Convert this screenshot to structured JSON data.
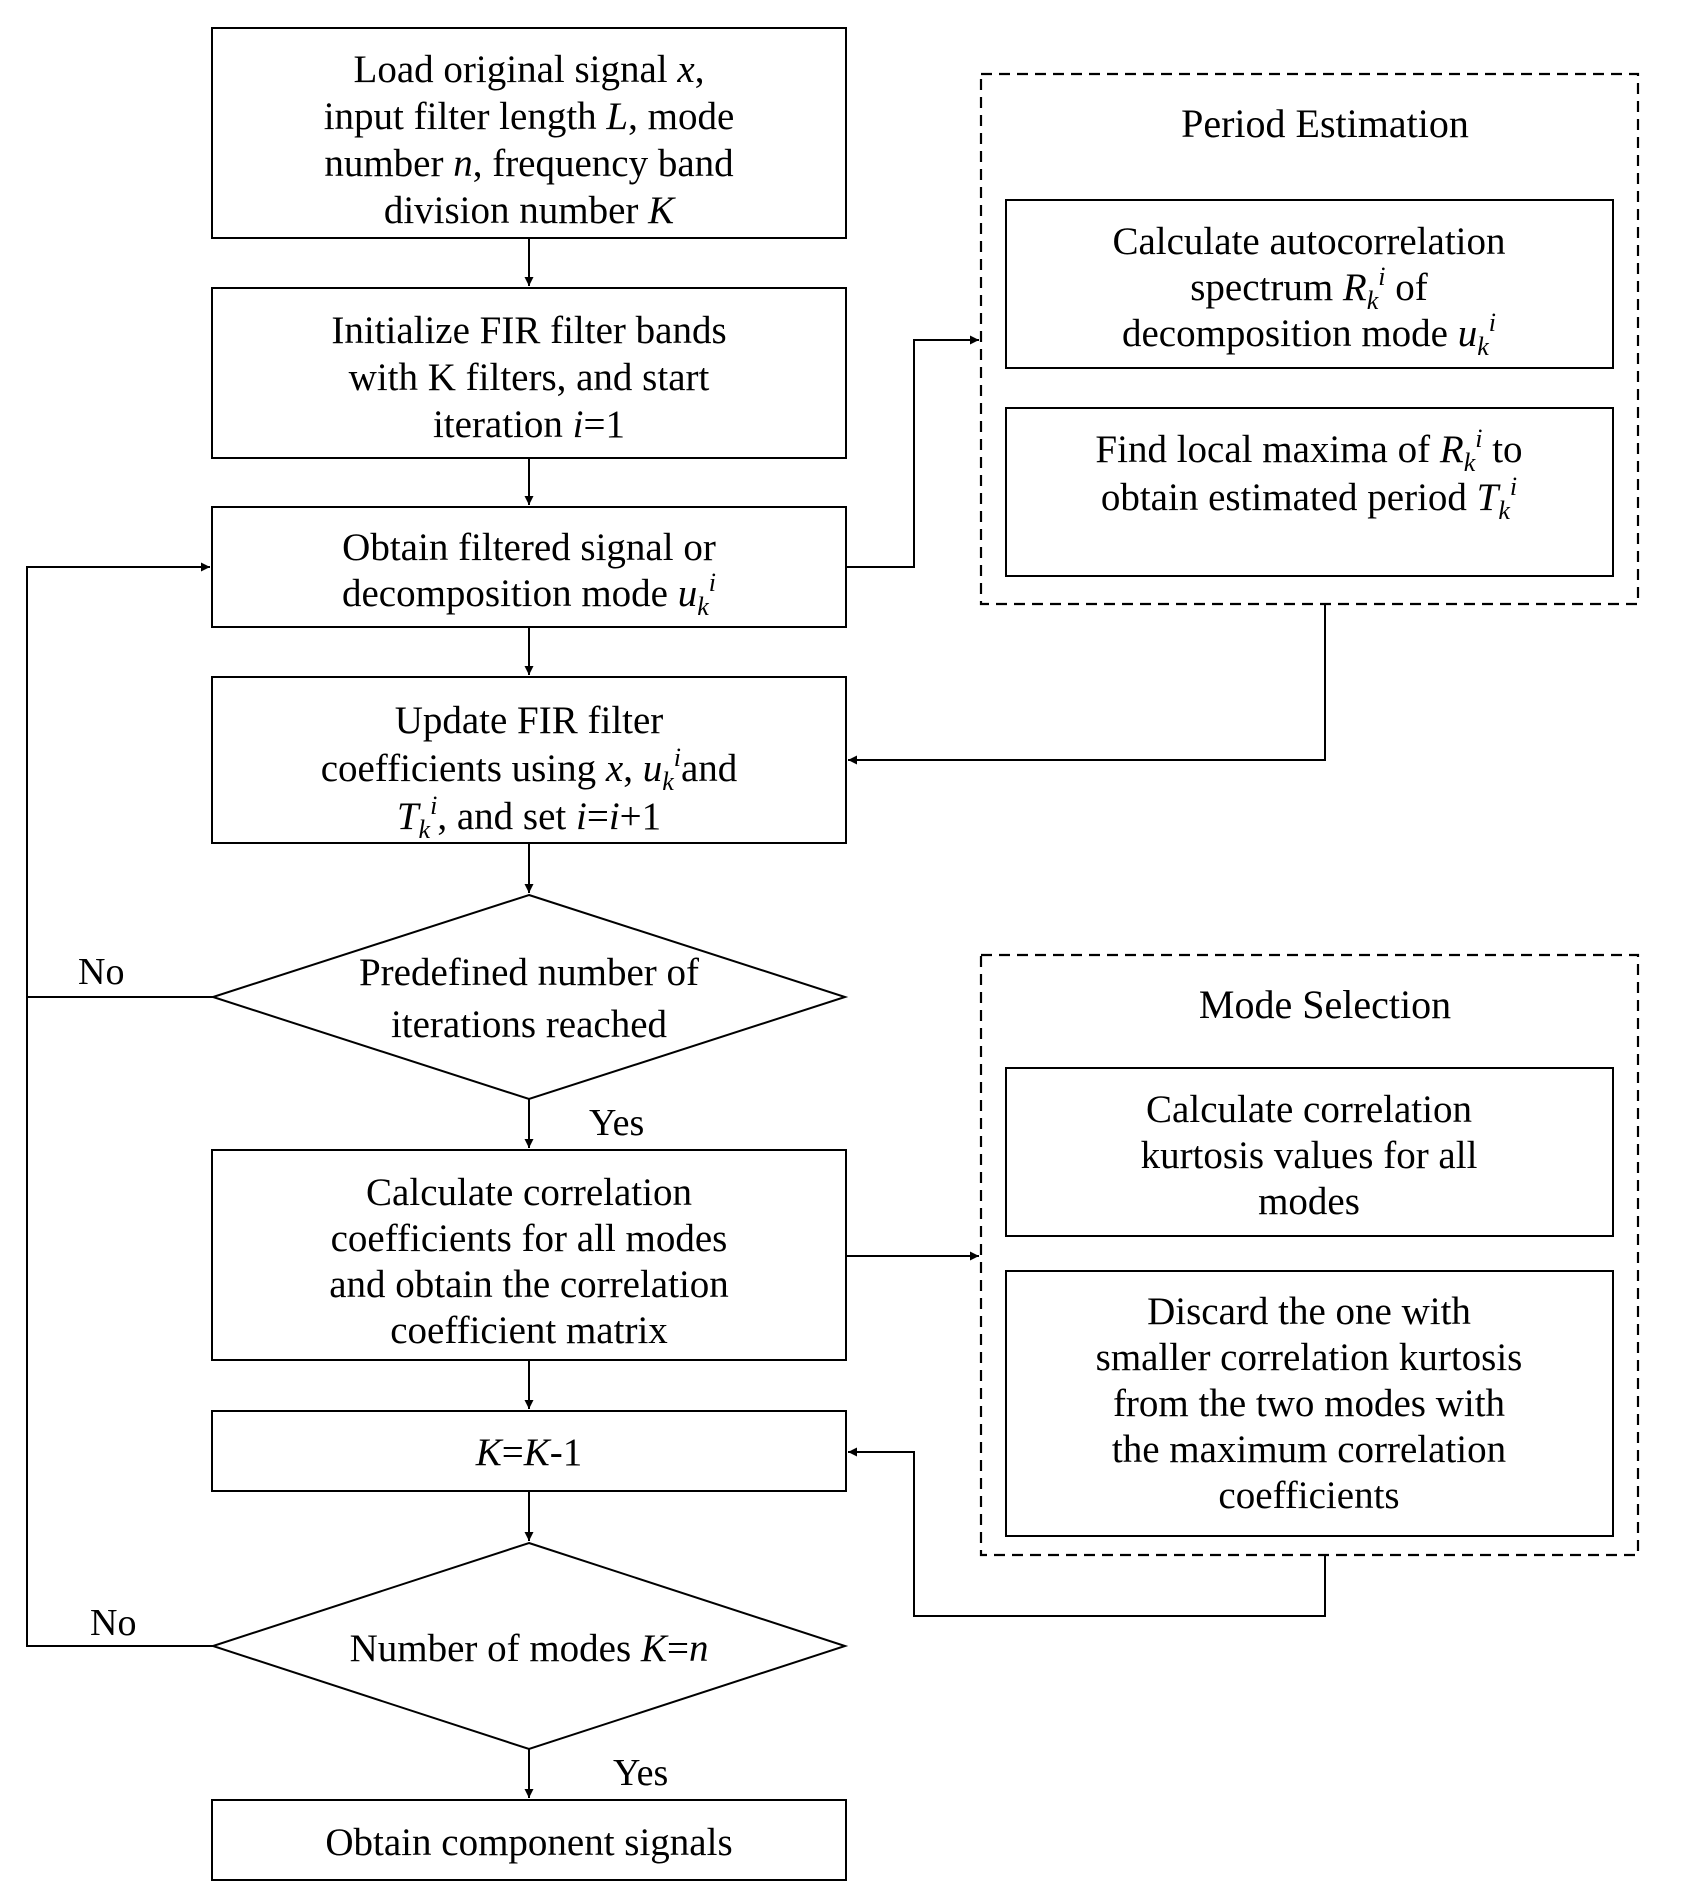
{
  "main_flow": {
    "load": {
      "lines": [
        [
          {
            "t": "Load original signal "
          },
          {
            "t": "x",
            "i": true
          },
          {
            "t": ","
          }
        ],
        [
          {
            "t": "input filter length "
          },
          {
            "t": "L",
            "i": true
          },
          {
            "t": ", mode"
          }
        ],
        [
          {
            "t": "number "
          },
          {
            "t": "n",
            "i": true
          },
          {
            "t": ", frequency band"
          }
        ],
        [
          {
            "t": "division number "
          },
          {
            "t": "K",
            "i": true
          }
        ]
      ]
    },
    "initialize": {
      "lines": [
        [
          {
            "t": "Initialize FIR filter bands"
          }
        ],
        [
          {
            "t": "with K filters, and start"
          }
        ],
        [
          {
            "t": "iteration "
          },
          {
            "t": "i",
            "i": true
          },
          {
            "t": "=1"
          }
        ]
      ]
    },
    "obtain_mode": {
      "lines": [
        [
          {
            "t": "Obtain filtered signal or"
          }
        ],
        [
          {
            "t": "decomposition mode "
          },
          {
            "t": "u",
            "i": true
          },
          {
            "t": "k",
            "i": true,
            "sub": true
          },
          {
            "t": "i",
            "i": true,
            "sup": true
          }
        ]
      ]
    },
    "update": {
      "lines": [
        [
          {
            "t": "Update FIR filter"
          }
        ],
        [
          {
            "t": "coefficients using "
          },
          {
            "t": "x",
            "i": true
          },
          {
            "t": ", "
          },
          {
            "t": "u",
            "i": true
          },
          {
            "t": "k",
            "i": true,
            "sub": true
          },
          {
            "t": "i",
            "i": true,
            "sup": true
          },
          {
            "t": "and"
          }
        ],
        [
          {
            "t": "T",
            "i": true
          },
          {
            "t": "k",
            "i": true,
            "sub": true
          },
          {
            "t": "i",
            "i": true,
            "sup": true
          },
          {
            "t": ", and set "
          },
          {
            "t": "i",
            "i": true
          },
          {
            "t": "="
          },
          {
            "t": "i",
            "i": true
          },
          {
            "t": "+1"
          }
        ]
      ]
    },
    "decision_iterations": {
      "lines": [
        [
          {
            "t": "Predefined number of"
          }
        ],
        [
          {
            "t": "iterations reached"
          }
        ]
      ]
    },
    "correlation": {
      "lines": [
        [
          {
            "t": "Calculate correlation"
          }
        ],
        [
          {
            "t": "coefficients for all modes"
          }
        ],
        [
          {
            "t": "and obtain the correlation"
          }
        ],
        [
          {
            "t": "coefficient matrix"
          }
        ]
      ]
    },
    "decrement": {
      "lines": [
        [
          {
            "t": "K",
            "i": true
          },
          {
            "t": "="
          },
          {
            "t": "K",
            "i": true
          },
          {
            "t": "-1"
          }
        ]
      ]
    },
    "decision_modes": {
      "lines": [
        [
          {
            "t": "Number of modes "
          },
          {
            "t": "K",
            "i": true
          },
          {
            "t": "="
          },
          {
            "t": "n",
            "i": true
          }
        ]
      ]
    },
    "output": {
      "lines": [
        [
          {
            "t": "Obtain component signals"
          }
        ]
      ]
    }
  },
  "period_estimation": {
    "title": "Period Estimation",
    "autocorrelation": {
      "lines": [
        [
          {
            "t": "Calculate autocorrelation"
          }
        ],
        [
          {
            "t": "spectrum "
          },
          {
            "t": "R",
            "i": true
          },
          {
            "t": "k",
            "i": true,
            "sub": true
          },
          {
            "t": "i",
            "i": true,
            "sup": true
          },
          {
            "t": " of"
          }
        ],
        [
          {
            "t": "decomposition mode "
          },
          {
            "t": "u",
            "i": true
          },
          {
            "t": "k",
            "i": true,
            "sub": true
          },
          {
            "t": "i",
            "i": true,
            "sup": true
          }
        ]
      ]
    },
    "local_maxima": {
      "lines": [
        [
          {
            "t": "Find local maxima of "
          },
          {
            "t": "R",
            "i": true
          },
          {
            "t": "k",
            "i": true,
            "sub": true
          },
          {
            "t": "i",
            "i": true,
            "sup": true
          },
          {
            "t": " to"
          }
        ],
        [
          {
            "t": "obtain estimated period "
          },
          {
            "t": "T",
            "i": true
          },
          {
            "t": "k",
            "i": true,
            "sub": true
          },
          {
            "t": "i",
            "i": true,
            "sup": true
          }
        ]
      ]
    }
  },
  "mode_selection": {
    "title": "Mode Selection",
    "kurtosis": {
      "lines": [
        [
          {
            "t": "Calculate correlation"
          }
        ],
        [
          {
            "t": "kurtosis values for all"
          }
        ],
        [
          {
            "t": "modes"
          }
        ]
      ]
    },
    "discard": {
      "lines": [
        [
          {
            "t": "Discard the one with"
          }
        ],
        [
          {
            "t": "smaller correlation kurtosis"
          }
        ],
        [
          {
            "t": "from the two modes with"
          }
        ],
        [
          {
            "t": "the maximum correlation"
          }
        ],
        [
          {
            "t": "coefficients"
          }
        ]
      ]
    }
  },
  "edge_labels": {
    "no_iterations": "No",
    "yes_iterations": "Yes",
    "no_modes": "No",
    "yes_modes": "Yes"
  }
}
